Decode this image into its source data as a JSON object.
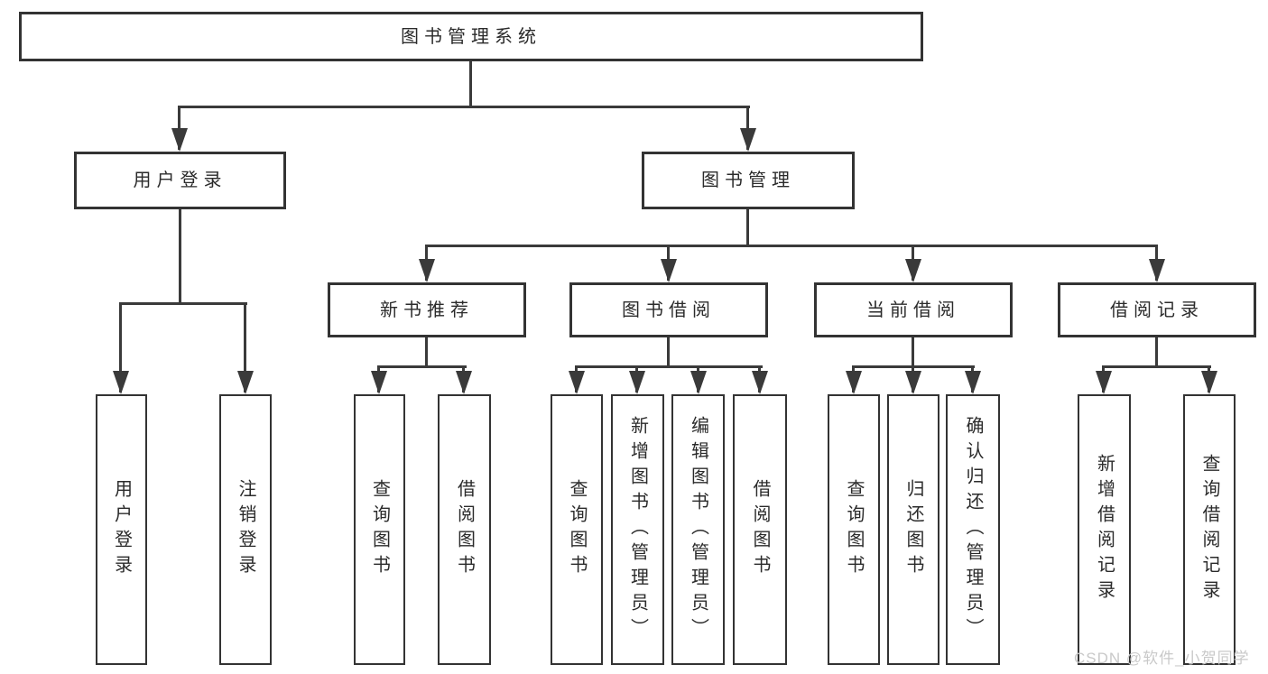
{
  "diagram": {
    "root_label": "图书管理系统",
    "branches": [
      {
        "label": "用户登录",
        "leaves": [
          "用户登录",
          "注销登录"
        ]
      },
      {
        "label": "图书管理",
        "modules": [
          {
            "label": "新书推荐",
            "leaves": [
              "查询图书",
              "借阅图书"
            ]
          },
          {
            "label": "图书借阅",
            "leaves": [
              "查询图书",
              "新增图书（管理员）",
              "编辑图书（管理员）",
              "借阅图书"
            ]
          },
          {
            "label": "当前借阅",
            "leaves": [
              "查询图书",
              "归还图书",
              "确认归还（管理员）"
            ]
          },
          {
            "label": "借阅记录",
            "leaves": [
              "新增借阅记录",
              "查询借阅记录"
            ]
          }
        ]
      }
    ]
  },
  "watermark": {
    "text": "CSDN @软件_小贺同学",
    "color": "#c9c9c9"
  },
  "colors": {
    "line": "#3a3a3a",
    "box_border": "#333333",
    "box_fill": "#ffffff",
    "text": "#2b2b2b",
    "background": "#ffffff"
  }
}
